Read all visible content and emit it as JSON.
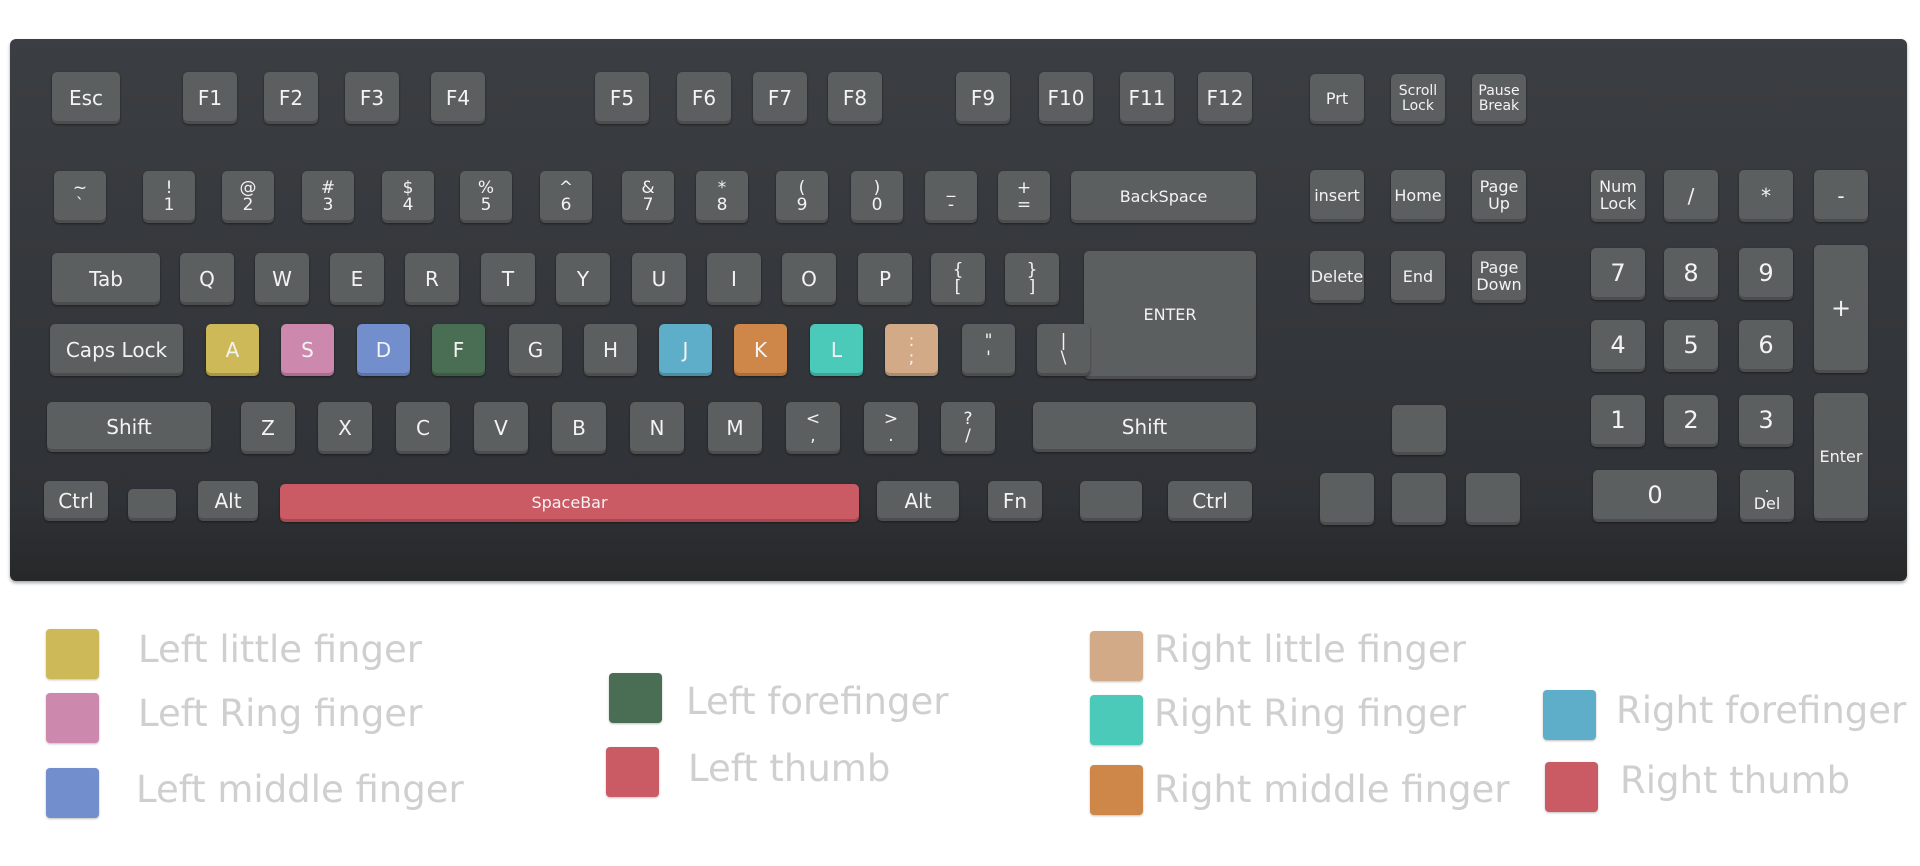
{
  "colors": {
    "left_little": "#cdb957",
    "left_ring": "#cc88ad",
    "left_middle": "#728ecd",
    "left_fore": "#4a6e53",
    "left_thumb": "#ca5a63",
    "right_little": "#d2aa88",
    "right_ring": "#4bc9b9",
    "right_middle": "#ce8748",
    "right_fore": "#5eaec9",
    "right_thumb": "#ca5a63",
    "key_default": "#5c5f60"
  },
  "keys": {
    "esc": [
      "Esc"
    ],
    "f1": [
      "F1"
    ],
    "f2": [
      "F2"
    ],
    "f3": [
      "F3"
    ],
    "f4": [
      "F4"
    ],
    "f5": [
      "F5"
    ],
    "f6": [
      "F6"
    ],
    "f7": [
      "F7"
    ],
    "f8": [
      "F8"
    ],
    "f9": [
      "F9"
    ],
    "f10": [
      "F10"
    ],
    "f11": [
      "F11"
    ],
    "f12": [
      "F12"
    ],
    "prt": [
      "Prt"
    ],
    "scroll_lock": [
      "Scroll",
      "Lock"
    ],
    "pause_break": [
      "Pause",
      "Break"
    ],
    "tilde": [
      "~",
      "`"
    ],
    "n1": [
      "!",
      "1"
    ],
    "n2": [
      "@",
      "2"
    ],
    "n3": [
      "#",
      "3"
    ],
    "n4": [
      "$",
      "4"
    ],
    "n5": [
      "%",
      "5"
    ],
    "n6": [
      "^",
      "6"
    ],
    "n7": [
      "&",
      "7"
    ],
    "n8": [
      "*",
      "8"
    ],
    "n9": [
      "(",
      "9"
    ],
    "n0": [
      ")",
      "0"
    ],
    "minus": [
      "_",
      "-"
    ],
    "plus": [
      "+",
      "="
    ],
    "backspace": [
      "BackSpace"
    ],
    "insert": [
      "insert"
    ],
    "home": [
      "Home"
    ],
    "page_up": [
      "Page",
      "Up"
    ],
    "num_lock": [
      "Num",
      "Lock"
    ],
    "np_slash": [
      "/"
    ],
    "np_star": [
      "*"
    ],
    "np_minus": [
      "-"
    ],
    "tab": [
      "Tab"
    ],
    "q": [
      "Q"
    ],
    "w": [
      "W"
    ],
    "e": [
      "E"
    ],
    "r": [
      "R"
    ],
    "t": [
      "T"
    ],
    "y": [
      "Y"
    ],
    "u": [
      "U"
    ],
    "i": [
      "I"
    ],
    "o": [
      "O"
    ],
    "p": [
      "P"
    ],
    "lbrace": [
      "{",
      "["
    ],
    "rbrace": [
      "}",
      "]"
    ],
    "enter": [
      "ENTER"
    ],
    "delete": [
      "Delete"
    ],
    "end": [
      "End"
    ],
    "page_down": [
      "Page",
      "Down"
    ],
    "np7": [
      "7"
    ],
    "np8": [
      "8"
    ],
    "np9": [
      "9"
    ],
    "np_plus": [
      "+"
    ],
    "caps_lock": [
      "Caps Lock"
    ],
    "a": [
      "A"
    ],
    "s": [
      "S"
    ],
    "d": [
      "D"
    ],
    "f": [
      "F"
    ],
    "g": [
      "G"
    ],
    "h": [
      "H"
    ],
    "j": [
      "J"
    ],
    "k": [
      "K"
    ],
    "l": [
      "L"
    ],
    "semicolon": [
      ":",
      ";"
    ],
    "quote": [
      "\"",
      "'"
    ],
    "backslash": [
      "|",
      "\\"
    ],
    "np4": [
      "4"
    ],
    "np5": [
      "5"
    ],
    "np6": [
      "6"
    ],
    "shift_left": [
      "Shift"
    ],
    "z": [
      "Z"
    ],
    "x": [
      "X"
    ],
    "c": [
      "C"
    ],
    "v": [
      "V"
    ],
    "b": [
      "B"
    ],
    "n": [
      "N"
    ],
    "m": [
      "M"
    ],
    "comma": [
      "<",
      ","
    ],
    "period": [
      ">",
      "."
    ],
    "slash": [
      "?",
      "/"
    ],
    "shift_right": [
      "Shift"
    ],
    "np1": [
      "1"
    ],
    "np2": [
      "2"
    ],
    "np3": [
      "3"
    ],
    "np_enter": [
      "Enter"
    ],
    "ctrl_left": [
      "Ctrl"
    ],
    "alt_left": [
      "Alt"
    ],
    "spacebar": [
      "SpaceBar"
    ],
    "alt_right": [
      "Alt"
    ],
    "fn": [
      "Fn"
    ],
    "ctrl_right": [
      "Ctrl"
    ],
    "np0": [
      "0"
    ],
    "np_del": [
      ".",
      "Del"
    ]
  },
  "legend": [
    {
      "label": "Left little finger",
      "color": "#cdb957"
    },
    {
      "label": "Left Ring finger",
      "color": "#cc88ad"
    },
    {
      "label": "Left middle finger",
      "color": "#728ecd"
    },
    {
      "label": "Left forefinger",
      "color": "#4a6e53"
    },
    {
      "label": "Left thumb",
      "color": "#ca5a63"
    },
    {
      "label": "Right little finger",
      "color": "#d2aa88"
    },
    {
      "label": "Right Ring finger",
      "color": "#4bc9b9"
    },
    {
      "label": "Right middle finger",
      "color": "#ce8748"
    },
    {
      "label": "Right forefinger",
      "color": "#5eaec9"
    },
    {
      "label": "Right thumb",
      "color": "#ca5a63"
    }
  ]
}
